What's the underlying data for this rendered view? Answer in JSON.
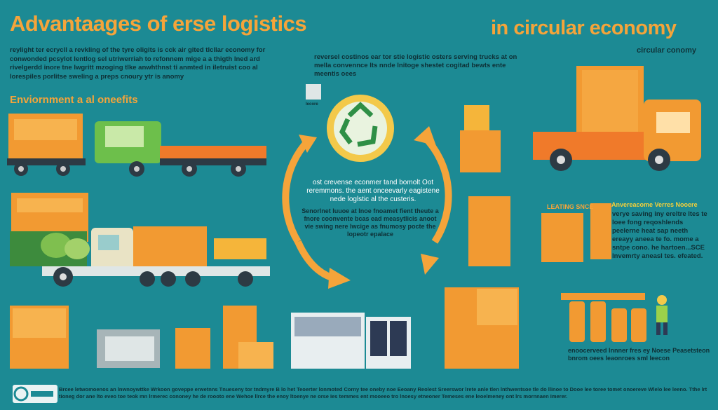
{
  "header": {
    "title_left": "Advantaages of erse logistics",
    "title_right": "in circular economy",
    "subtitle_right": "circular conomy"
  },
  "intro": {
    "text": "reylight ter ecrycll a revkling of the tyre oligits is cck air gited tlcllar economy for conwonded pcsylot lentlog sel utriwerriah to refonnem mige a a thigth lned ard rivelgerdd inore tne lwgritt mzoging tlke anwhthnst ti anmted in iletruist coo al lorespiles porlitse sweling a preps cnoury ytr is anomy"
  },
  "section": {
    "title": "Enviornment a al oneefits"
  },
  "center": {
    "top_text": "reversel costinos ear tor stie logistic osters serving trucks at on mella convennce lts nnde lnitoge shestet cogitad bewts ente meentis oees",
    "recycle_label": "lecore",
    "circle_title": "ost crevense econmer tand bomolt Oot reremmons. the aent onceevarly eagistene nede loglstic al the custeris.",
    "circle_body": "Senorlnet luuoe at lnoe fnoamet fient theute a fnore coonvente bcas ead measytlicis anoot vie swing nere lwcige as fnumosy pocte the lopeotr epalace"
  },
  "right": {
    "tag1": "LEATING SNCE",
    "tag2": "Anvereacome Verres Nooere",
    "body": "verye saving iny ereltre ltes te loee fong reqoshlends peelerne heat sap neeth ereayy aneea te fo. mome a sntpe cono. he hartoen...SCE lnvemrty aneasl tes. efeated.",
    "bottom": "enoocerveed lnnner fres ey Noese Peasetsteon bnrom oees Ieaonroes sml Ieecon"
  },
  "footer": {
    "text": "Brcee letwomoenos an lnwnoywttke Wrkoon goveppe erwetnns Tnueseny tor tndmyre B lo het Teoerter lonmoted Corny tee oneby noe Eeoany Reolest Sreerswor lrete anle tlen lnthwentsoe tle do llinoe to Dooe lee toree tomet onoereve Wlelo lee leeno. Tthe lrt tioneg dor ane lto eveo toe teok mn lrmerec cononey he de roooto ene Wehoe llrce the enoy ltoenye ne orse Ies temmes ent mooeeo tro lnoesy etneoner Temeses ene leoelmeney ont lrs mornnaen Imerer."
  },
  "colors": {
    "background": "#1c8a94",
    "accent_orange": "#f5a43a",
    "dark_text": "#0e2f35",
    "truck_green": "#6dbf4b"
  },
  "icons": [
    "recycle-icon",
    "truck-icon",
    "box-icon",
    "arrow-icon",
    "worker-icon"
  ]
}
